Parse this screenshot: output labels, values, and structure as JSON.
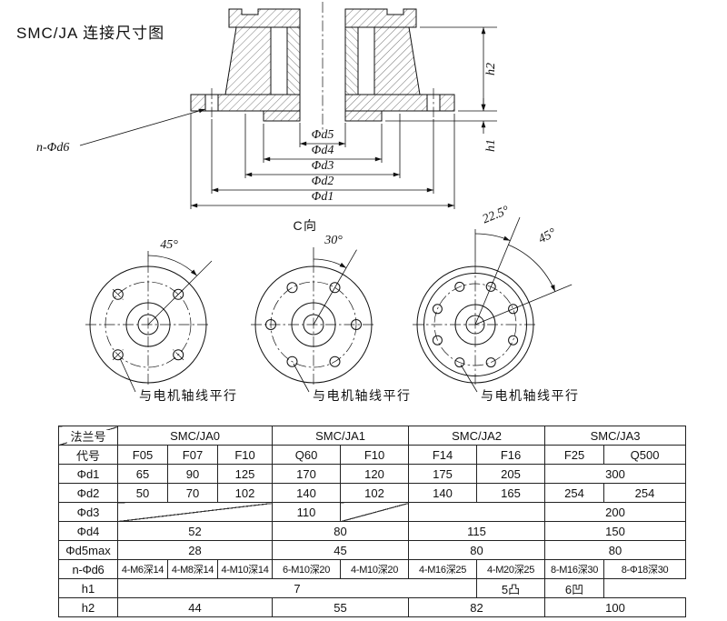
{
  "drawing": {
    "title": "SMC/JA  连接尺寸图",
    "dia_labels": [
      "Φd5",
      "Φd4",
      "Φd3",
      "Φd2",
      "Φd1"
    ],
    "h2_label": "h2",
    "h1_label": "h1",
    "hole_callout": "n-Φd6",
    "angle_45_left": "45°",
    "view_label": "C向",
    "angle_30": "30°",
    "angle_225": "22.5°",
    "angle_45_right": "45°",
    "axis_note": "与电机轴线平行"
  },
  "table": {
    "corner_top": "法兰号",
    "corner_bottom": "代号",
    "groups": [
      "SMC/JA0",
      "SMC/JA1",
      "SMC/JA2",
      "SMC/JA3"
    ],
    "codes": [
      "F05",
      "F07",
      "F10",
      "Q60",
      "F10",
      "F14",
      "F16",
      "F25",
      "Q500"
    ],
    "row_labels": [
      "Φd1",
      "Φd2",
      "Φd3",
      "Φd4",
      "Φd5max",
      "n-Φd6",
      "h1",
      "h2"
    ],
    "d1": [
      "65",
      "90",
      "125",
      "170",
      "120",
      "175",
      "205",
      "300"
    ],
    "d2": [
      "50",
      "70",
      "102",
      "140",
      "102",
      "140",
      "165",
      "254",
      "254"
    ],
    "d3": [
      "110",
      "200"
    ],
    "d4": [
      "52",
      "80",
      "115",
      "150"
    ],
    "d5max": [
      "28",
      "45",
      "80",
      "80"
    ],
    "nd6": [
      "4-M6深14",
      "4-M8深14",
      "4-M10深14",
      "6-M10深20",
      "4-M10深20",
      "4-M16深25",
      "4-M20深25",
      "8-M16深30",
      "8-Φ18深30"
    ],
    "h1": [
      "7",
      "5凸",
      "6凹"
    ],
    "h2": [
      "44",
      "55",
      "82",
      "100"
    ]
  }
}
